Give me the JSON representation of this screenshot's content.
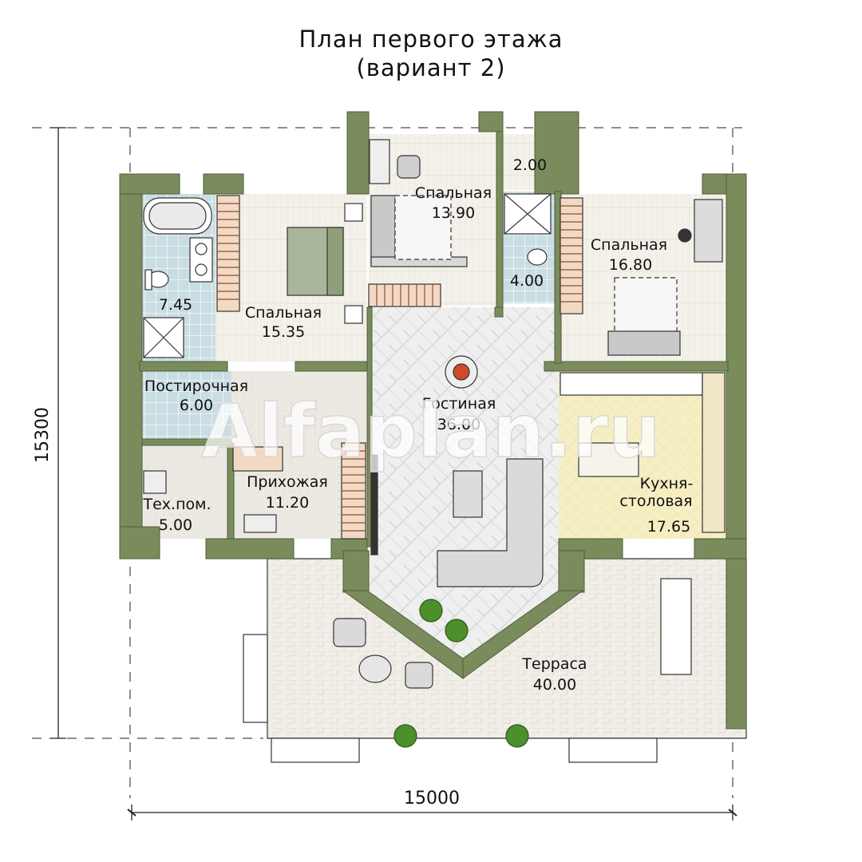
{
  "header": {
    "title_line1": "План первого этажа",
    "title_line2": "(вариант 2)"
  },
  "dimensions": {
    "width": "15000",
    "height": "15300"
  },
  "rooms": [
    {
      "id": "bath",
      "label": "",
      "area": "7.45"
    },
    {
      "id": "bedroom_a",
      "label": "Спальная",
      "area": "15.35"
    },
    {
      "id": "bedroom_b",
      "label": "Спальная",
      "area": "13.90"
    },
    {
      "id": "closet",
      "label": "",
      "area": "2.00"
    },
    {
      "id": "wc",
      "label": "",
      "area": "4.00"
    },
    {
      "id": "bedroom_c",
      "label": "Спальная",
      "area": "16.80"
    },
    {
      "id": "laundry",
      "label": "Постирочная",
      "area": "6.00"
    },
    {
      "id": "living",
      "label": "Гостиная",
      "area": "36.00"
    },
    {
      "id": "hall",
      "label": "Прихожая",
      "area": "11.20"
    },
    {
      "id": "tech",
      "label": "Тех.пом.",
      "area": "5.00"
    },
    {
      "id": "kitchen",
      "label": "Кухня-\nстоловая",
      "area": "17.65"
    },
    {
      "id": "terrace",
      "label": "Терраса",
      "area": "40.00"
    }
  ],
  "watermark": "Alfaplan.ru",
  "colors": {
    "wall": "#7a8c5c",
    "wall_dark": "#4f5e39",
    "floor_light": "#f4f1ea",
    "tile_blue": "#c9dde3",
    "living_floor": "#eeeeee",
    "kitchen_floor": "#f6efc4",
    "terrace_floor": "#f1eee8",
    "plant": "#4d8f2a"
  }
}
